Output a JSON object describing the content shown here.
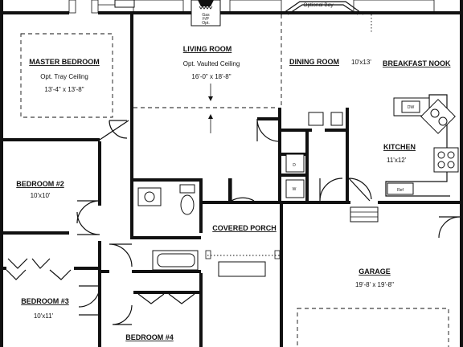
{
  "rooms": {
    "master": {
      "name": "MASTER BEDROOM",
      "note": "Opt. Tray Ceiling",
      "size": "13'-4\" x 13'-8\""
    },
    "living": {
      "name": "LIVING ROOM",
      "note": "Opt. Vaulted Ceiling",
      "size": "16'-0\" x 18'-8\""
    },
    "dining": {
      "name": "DINING ROOM",
      "size": "10'x13'"
    },
    "breakfast": {
      "name": "BREAKFAST NOOK"
    },
    "kitchen": {
      "name": "KITCHEN",
      "size": "11'x12'"
    },
    "bedroom2": {
      "name": "BEDROOM #2",
      "size": "10'x10'"
    },
    "bedroom3": {
      "name": "BEDROOM #3",
      "size": "10'x11'"
    },
    "bedroom4": {
      "name": "BEDROOM #4"
    },
    "porch": {
      "name": "COVERED PORCH"
    },
    "garage": {
      "name": "GARAGE",
      "size": "19'-8' x 19'-8\""
    }
  },
  "labels": {
    "optional_bay": "Optional Bay",
    "fireplace": [
      "Gas",
      "F/P",
      "Opt."
    ],
    "dw": "DW",
    "ref": "Ref",
    "w": "W",
    "d": "D"
  }
}
